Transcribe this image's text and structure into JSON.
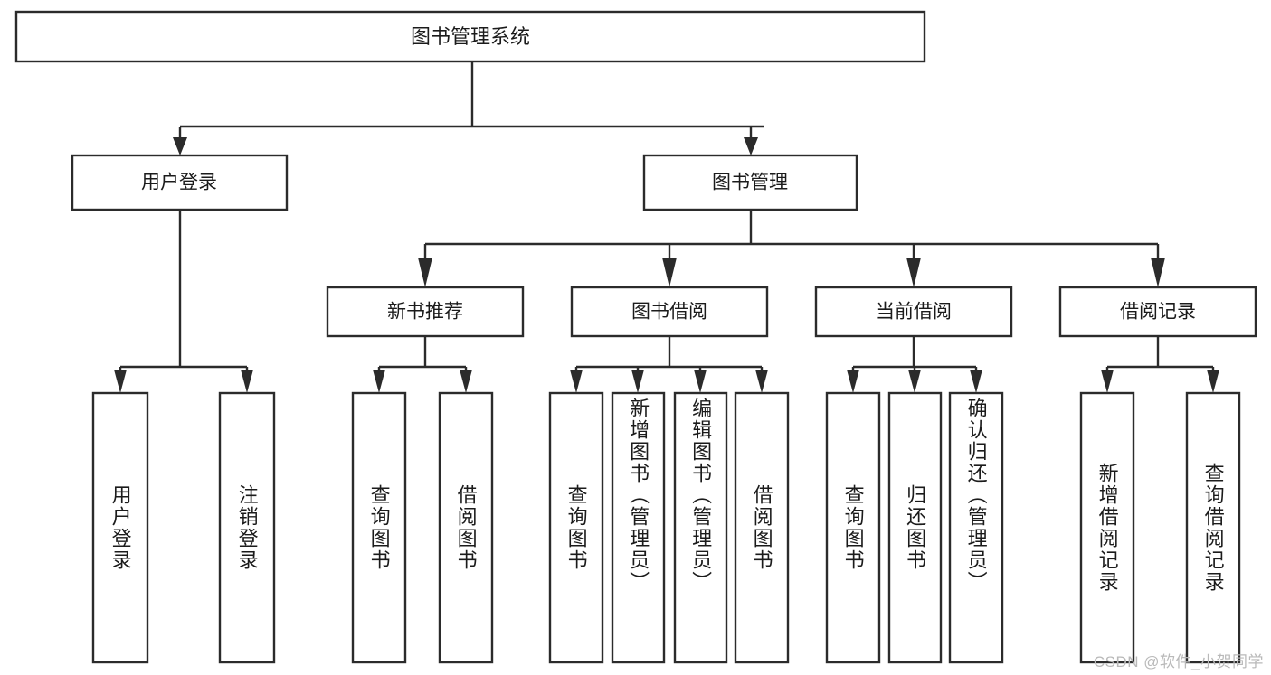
{
  "diagram": {
    "type": "tree-hierarchy",
    "title": "图书管理系统",
    "orientation": "top-down",
    "colors": {
      "stroke": "#2b2b2b",
      "fill": "#ffffff",
      "text": "#1b1b1b",
      "watermark": "#b9b9b9"
    },
    "levels": {
      "level1": "系统",
      "level2": "模块",
      "level3": "子模块",
      "level4": "功能"
    },
    "root": {
      "label": "图书管理系统"
    },
    "level2": [
      {
        "label": "用户登录"
      },
      {
        "label": "图书管理"
      }
    ],
    "level3": [
      {
        "label": "新书推荐",
        "parent": "图书管理"
      },
      {
        "label": "图书借阅",
        "parent": "图书管理"
      },
      {
        "label": "当前借阅",
        "parent": "图书管理"
      },
      {
        "label": "借阅记录",
        "parent": "图书管理"
      }
    ],
    "leaves": {
      "user_login": [
        {
          "label": "用户登录"
        },
        {
          "label": "注销登录"
        }
      ],
      "new_book_recommend": [
        {
          "label": "查询图书"
        },
        {
          "label": "借阅图书"
        }
      ],
      "book_borrow": [
        {
          "label": "查询图书"
        },
        {
          "label": "新增图书（管理员）"
        },
        {
          "label": "编辑图书（管理员）"
        },
        {
          "label": "借阅图书"
        }
      ],
      "current_borrow": [
        {
          "label": "查询图书"
        },
        {
          "label": "归还图书"
        },
        {
          "label": "确认归还（管理员）"
        }
      ],
      "borrow_record": [
        {
          "label": "新增借阅记录"
        },
        {
          "label": "查询借阅记录"
        }
      ]
    }
  },
  "watermark": {
    "text": "CSDN @软件_小贺同学"
  }
}
